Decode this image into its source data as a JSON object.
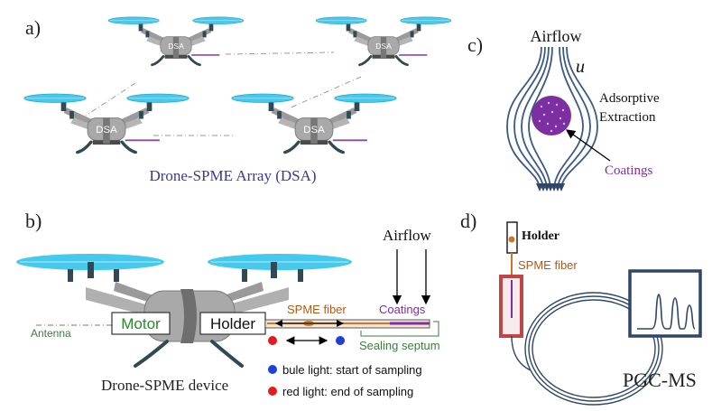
{
  "panels": {
    "a": {
      "label": "a)",
      "drone_badge": "DSA",
      "caption": "Drone-SPME Array (DSA)"
    },
    "b": {
      "label": "b)",
      "motor": "Motor",
      "holder": "Holder",
      "antenna": "Antenna",
      "spme_fiber": "SPME fiber",
      "coatings": "Coatings",
      "airflow": "Airflow",
      "sealing_septum": "Sealing septum",
      "caption": "Drone-SPME device",
      "legend": [
        {
          "text": "bule light: start of sampling",
          "color": "#1f3fd6"
        },
        {
          "text": "red light: end of sampling",
          "color": "#e21b1b"
        }
      ]
    },
    "c": {
      "label": "c)",
      "airflow": "Airflow",
      "velocity_symbol": "u",
      "adsorptive_line1": "Adsorptive",
      "adsorptive_line2": "Extraction",
      "coatings": "Coatings"
    },
    "d": {
      "label": "d)",
      "holder": "Holder",
      "spme_fiber": "SPME fiber",
      "instrument": "PGC-MS"
    }
  },
  "colors": {
    "propeller": "#45c9ec",
    "drone_body": "#a9a9a9",
    "drone_dark": "#2f4a55",
    "caption_blue": "#3a3a8a",
    "stream_blue": "#3b5a84",
    "coating_purple": "#7b2fa0",
    "fiber_orange": "#c8782a",
    "septum_green": "#3d7d3d",
    "motor_green": "#2a8a2a",
    "gcms_navy": "#2f4766",
    "box_red": "#c04545"
  }
}
